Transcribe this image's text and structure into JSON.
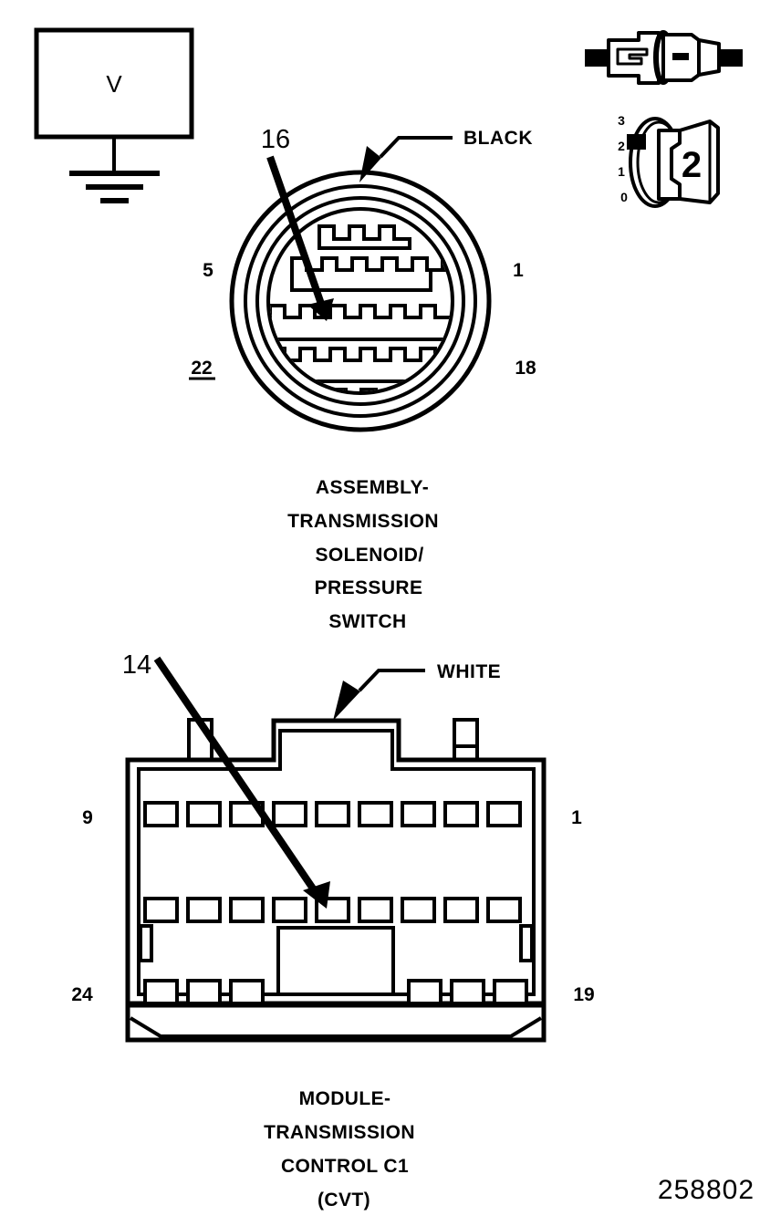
{
  "figure": {
    "id_number": "258802",
    "background_color": "#ffffff",
    "line_color": "#000000"
  },
  "meter": {
    "name": "voltmeter",
    "symbol_letter": "V",
    "ground_symbol": "earth-ground"
  },
  "top_connector": {
    "caption_lines": [
      "ASSEMBLY-",
      "TRANSMISSION",
      "SOLENOID/",
      "PRESSURE",
      "SWITCH"
    ],
    "shape": "round-multi-ring",
    "wire_color_label": "BLACK",
    "callout_number": "16",
    "pin_numbers": {
      "top_left": "5",
      "top_right": "1",
      "bottom_left": "22",
      "bottom_right": "18"
    },
    "pin_rows": [
      {
        "cavities": 2,
        "row": 1
      },
      {
        "cavities": 7,
        "row": 2
      },
      {
        "cavities": 8,
        "row": 3
      },
      {
        "cavities": 8,
        "row": 4
      },
      {
        "cavities": 7,
        "row": 5
      }
    ]
  },
  "bottom_connector": {
    "caption_lines": [
      "MODULE-",
      "TRANSMISSION",
      "CONTROL C1",
      "(CVT)"
    ],
    "shape": "rectangular-24-way",
    "wire_color_label": "WHITE",
    "callout_number": "14",
    "pin_numbers": {
      "top_left": "9",
      "top_right": "1",
      "bottom_left": "24",
      "bottom_right": "19"
    },
    "cavity_rows": [
      {
        "row": 1,
        "count": 9
      },
      {
        "row": 2,
        "count": 9
      },
      {
        "row": 3,
        "count": 6,
        "has_center_block": true
      }
    ]
  },
  "connector_key": {
    "name": "terminal-release-detail",
    "cavity_scale": [
      "3",
      "2",
      "1",
      "0"
    ],
    "badge_label": "2"
  }
}
